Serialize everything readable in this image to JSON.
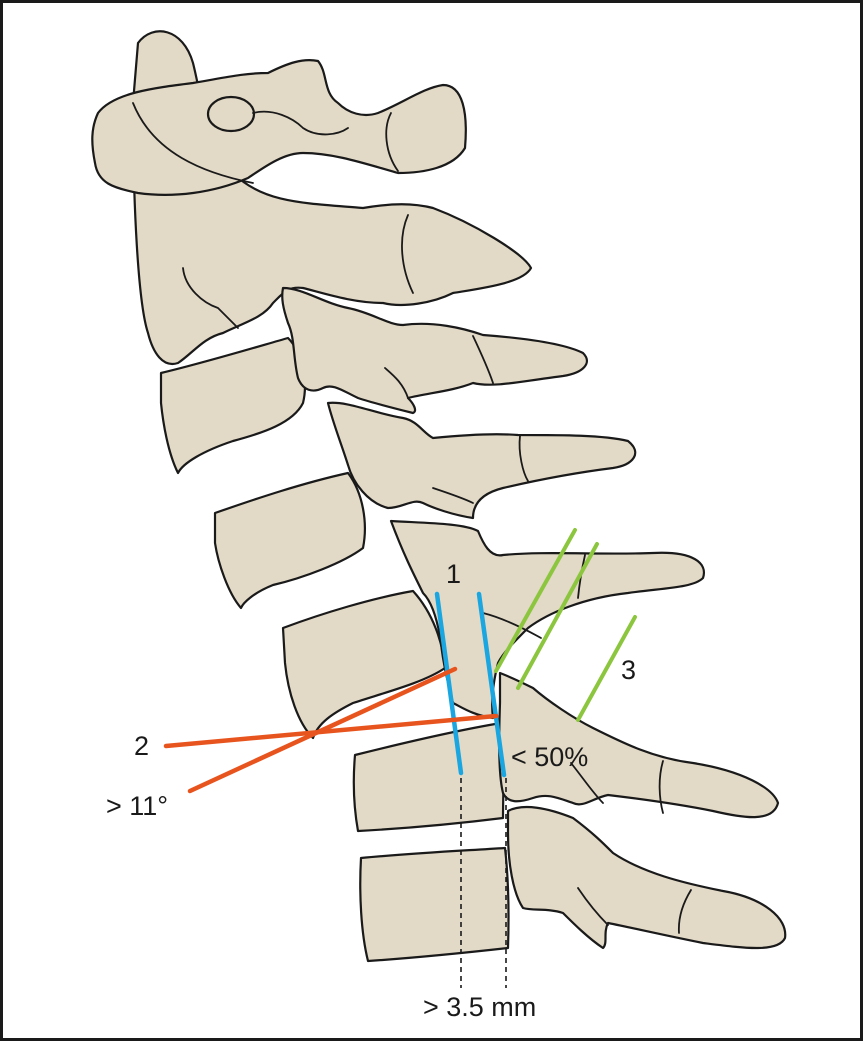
{
  "labels": {
    "one": "1",
    "two": "2",
    "three": "3",
    "angle": "> 11°",
    "overlap": "< 50%",
    "translation": "> 3.5 mm"
  },
  "colors": {
    "bone_fill": "#e2d9c6",
    "outline": "#1a1a1a",
    "line_1_blue": "#1aa6e0",
    "line_2_orange": "#e8541e",
    "line_3_green": "#8cc63e"
  }
}
